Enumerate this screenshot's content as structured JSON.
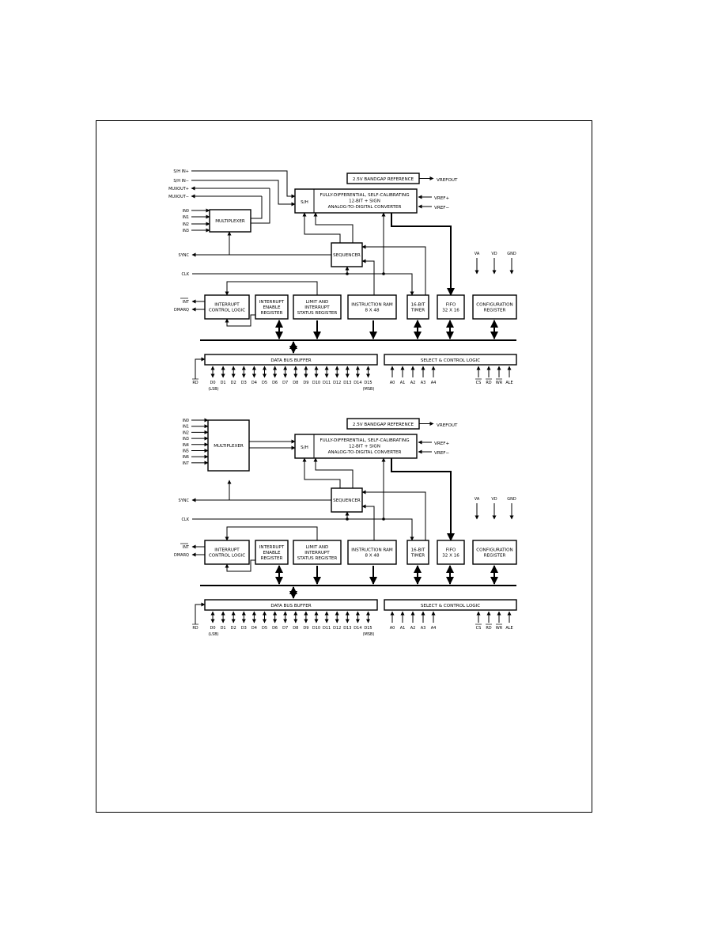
{
  "diagrams": [
    {
      "inputs_left": [
        "S/H IN+",
        "S/H IN−",
        "MUXOUT+",
        "MUXOUT−",
        "IN0",
        "IN1",
        "IN2",
        "IN3"
      ],
      "mux": "MULTIPLEXER",
      "sh": "S/H",
      "adc": [
        "FULLY-DIFFERENTIAL, SELF-CALIBRATING",
        "12-BIT + SIGN",
        "ANALOG-TO-DIGITAL CONVERTER"
      ],
      "vref": [
        "VREF+",
        "VREF−"
      ],
      "bandgap": "2.5V BANDGAP REFERENCE",
      "vrefout": "VREFOUT",
      "sequencer": "SEQUENCER",
      "sync": "SYNC",
      "clk": "CLK",
      "int": "INT",
      "dmarq": "DMARQ",
      "interrupt_control": [
        "INTERRUPT",
        "CONTROL LOGIC"
      ],
      "interrupt_enable": [
        "INTERRUPT",
        "ENABLE",
        "REGISTER"
      ],
      "limit_status": [
        "LIMIT AND",
        "INTERRUPT",
        "STATUS REGISTER"
      ],
      "instruction_ram": [
        "INSTRUCTION RAM",
        "8 X 48"
      ],
      "timer": [
        "16-BIT",
        "TIMER"
      ],
      "fifo": [
        "FIFO",
        "32 X 16"
      ],
      "config": [
        "CONFIGURATION",
        "REGISTER"
      ],
      "supplies": [
        "VA",
        "VD",
        "GND"
      ],
      "data_bus": "DATA BUS BUFFER",
      "rd": "RD",
      "data_pins": [
        "D0",
        "D1",
        "D2",
        "D3",
        "D4",
        "D5",
        "D6",
        "D7",
        "D8",
        "D9",
        "D10",
        "D11",
        "D12",
        "D13",
        "D14",
        "D15"
      ],
      "lsb": "(LSB)",
      "msb": "(MSB)",
      "select_logic": "SELECT & CONTROL LOGIC",
      "addr_pins": [
        "A0",
        "A1",
        "A2",
        "A3",
        "A4"
      ],
      "ctrl_pins": [
        "CS",
        "RD",
        "WR",
        "ALE"
      ]
    },
    {
      "inputs_left": [
        "IN0",
        "IN1",
        "IN2",
        "IN3",
        "IN4",
        "IN5",
        "IN6",
        "IN7"
      ],
      "mux": "MULTIPLEXER",
      "sh": "S/H",
      "adc": [
        "FULLY-DIFFERENTIAL, SELF-CALIBRATING",
        "12-BIT + SIGN",
        "ANALOG-TO-DIGITAL CONVERTER"
      ],
      "vref": [
        "VREF+",
        "VREF−"
      ],
      "bandgap": "2.5V BANDGAP REFERENCE",
      "vrefout": "VREFOUT",
      "sequencer": "SEQUENCER",
      "sync": "SYNC",
      "clk": "CLK",
      "int": "INT",
      "dmarq": "DMARQ",
      "interrupt_control": [
        "INTERRUPT",
        "CONTROL LOGIC"
      ],
      "interrupt_enable": [
        "INTERRUPT",
        "ENABLE",
        "REGISTER"
      ],
      "limit_status": [
        "LIMIT AND",
        "INTERRUPT",
        "STATUS REGISTER"
      ],
      "instruction_ram": [
        "INSTRUCTION RAM",
        "8 X 48"
      ],
      "timer": [
        "16-BIT",
        "TIMER"
      ],
      "fifo": [
        "FIFO",
        "32 X 16"
      ],
      "config": [
        "CONFIGURATION",
        "REGISTER"
      ],
      "supplies": [
        "VA",
        "VD",
        "GND"
      ],
      "data_bus": "DATA BUS BUFFER",
      "rd": "RD",
      "data_pins": [
        "D0",
        "D1",
        "D2",
        "D3",
        "D4",
        "D5",
        "D6",
        "D7",
        "D8",
        "D9",
        "D10",
        "D11",
        "D12",
        "D13",
        "D14",
        "D15"
      ],
      "lsb": "(LSB)",
      "msb": "(MSB)",
      "select_logic": "SELECT & CONTROL LOGIC",
      "addr_pins": [
        "A0",
        "A1",
        "A2",
        "A3",
        "A4"
      ],
      "ctrl_pins": [
        "CS",
        "RD",
        "WR",
        "ALE"
      ]
    }
  ]
}
